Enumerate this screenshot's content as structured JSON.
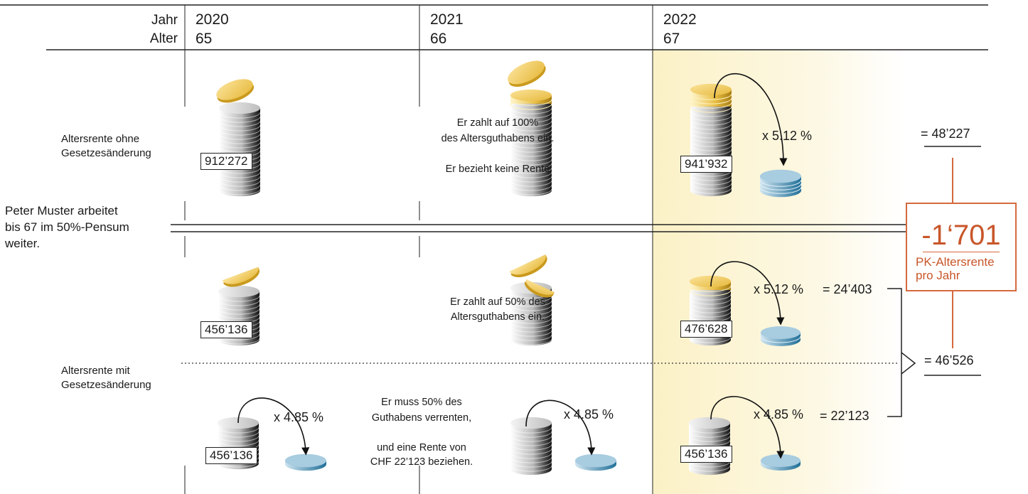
{
  "header": {
    "jahr_label": "Jahr",
    "alter_label": "Alter",
    "columns": [
      {
        "year": "2020",
        "age": "65"
      },
      {
        "year": "2021",
        "age": "66"
      },
      {
        "year": "2022",
        "age": "67"
      }
    ]
  },
  "story": {
    "line1": "Peter Muster arbeitet",
    "line2": "bis 67 im 50%-Pensum",
    "line3": "weiter."
  },
  "without_reform": {
    "label_line1": "Altersrente ohne",
    "label_line2": "Gesetzesänderung",
    "balance_2020": "912’272",
    "note_line1": "Er zahlt auf 100%",
    "note_line2": "des Altersguthabens ein.",
    "note_line3": "Er bezieht keine Rente",
    "balance_2022": "941’932",
    "rate": "x 5.12 %",
    "result": "= 48’227"
  },
  "with_reform": {
    "label_line1": "Altersrente mit",
    "label_line2": "Gesetzesänderung",
    "upper": {
      "balance_2020": "456’136",
      "note_line1": "Er zahlt auf 50% des",
      "note_line2": "Altersguthabens ein.",
      "balance_2022": "476’628",
      "rate": "x 5.12 %",
      "result": "= 24’403"
    },
    "lower": {
      "balance_2020": "456’136",
      "rate_2020": "x 4.85 %",
      "note_line1": "Er muss 50% des",
      "note_line2": "Guthabens verrenten,",
      "note_line3": "und eine Rente von",
      "note_line4": "CHF 22’123  beziehen.",
      "rate_2021": "x 4.85 %",
      "balance_2022": "456’136",
      "rate_2022": "x 4.85 %",
      "result": "= 22’123"
    },
    "total": "= 46’526"
  },
  "difference": {
    "value": "-1‘701",
    "caption_line1": "PK-Altersrente",
    "caption_line2": "pro Jahr"
  },
  "colors": {
    "highlight": "#fcf3cf",
    "accent": "#d4693d",
    "gold": "#e8c050",
    "blue": "#9cc3d8"
  }
}
